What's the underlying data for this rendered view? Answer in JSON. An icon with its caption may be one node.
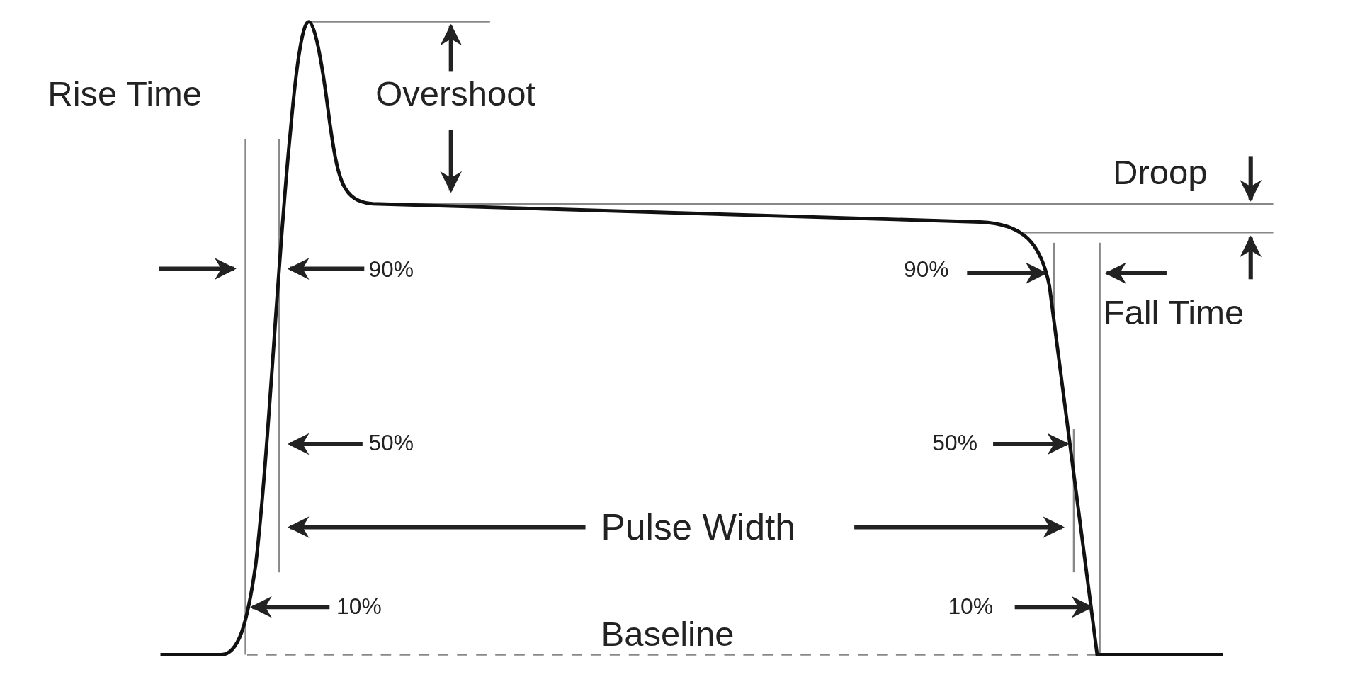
{
  "diagram": {
    "labels": [
      "Rise Time",
      "Overshoot",
      "Droop",
      "90%",
      "90%",
      "Fall Time",
      "50%",
      "50%",
      "Pulse Width",
      "10%",
      "10%",
      "Baseline"
    ]
  }
}
